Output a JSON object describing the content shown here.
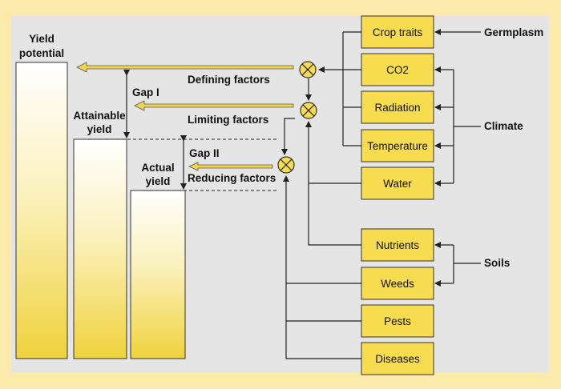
{
  "bars": [
    {
      "id": "potential",
      "label_lines": [
        "Yield",
        "potential"
      ]
    },
    {
      "id": "attainable",
      "label_lines": [
        "Attainable",
        "yield"
      ]
    },
    {
      "id": "actual",
      "label_lines": [
        "Actual",
        "yield"
      ]
    }
  ],
  "gaps": {
    "gap1": "Gap I",
    "gap2": "Gap II"
  },
  "factor_groups": {
    "defining": "Defining factors",
    "limiting": "Limiting factors",
    "reducing": "Reducing factors"
  },
  "boxes": {
    "crop_traits": "Crop traits",
    "co2": "CO2",
    "radiation": "Radiation",
    "temperature": "Temperature",
    "water": "Water",
    "nutrients": "Nutrients",
    "weeds": "Weeds",
    "pests": "Pests",
    "diseases": "Diseases"
  },
  "sources": {
    "germplasm": "Germplasm",
    "climate": "Climate",
    "soils": "Soils"
  },
  "colors": {
    "outer_background": "#fbeaa9",
    "panel": "#e5e5e5",
    "box_fill": "#f7dc4f",
    "arrow_fill": "#f2d54a"
  }
}
